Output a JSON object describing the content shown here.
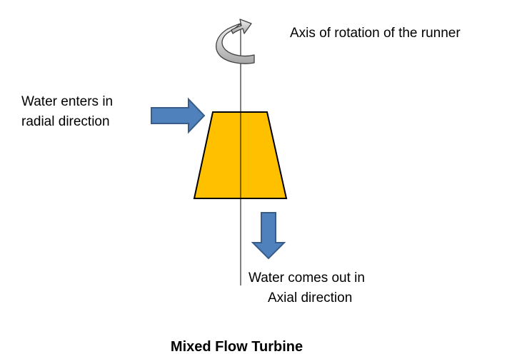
{
  "title": "Mixed Flow Turbine",
  "labels": {
    "axis": "Axis of rotation of the runner",
    "inlet_line1": "Water enters in",
    "inlet_line2": "radial direction",
    "outlet_line1": "Water comes out in",
    "outlet_line2": "Axial direction"
  },
  "colors": {
    "runner_fill": "#FFC000",
    "arrow_fill": "#4F81BD",
    "arrow_stroke": "#385D8A",
    "rotation_arrow_fill": "#D9D9D9",
    "outline": "#000000"
  },
  "icons": {
    "rotation": "curved-rotation-arrow",
    "inlet": "right-arrow",
    "outlet": "down-arrow"
  }
}
